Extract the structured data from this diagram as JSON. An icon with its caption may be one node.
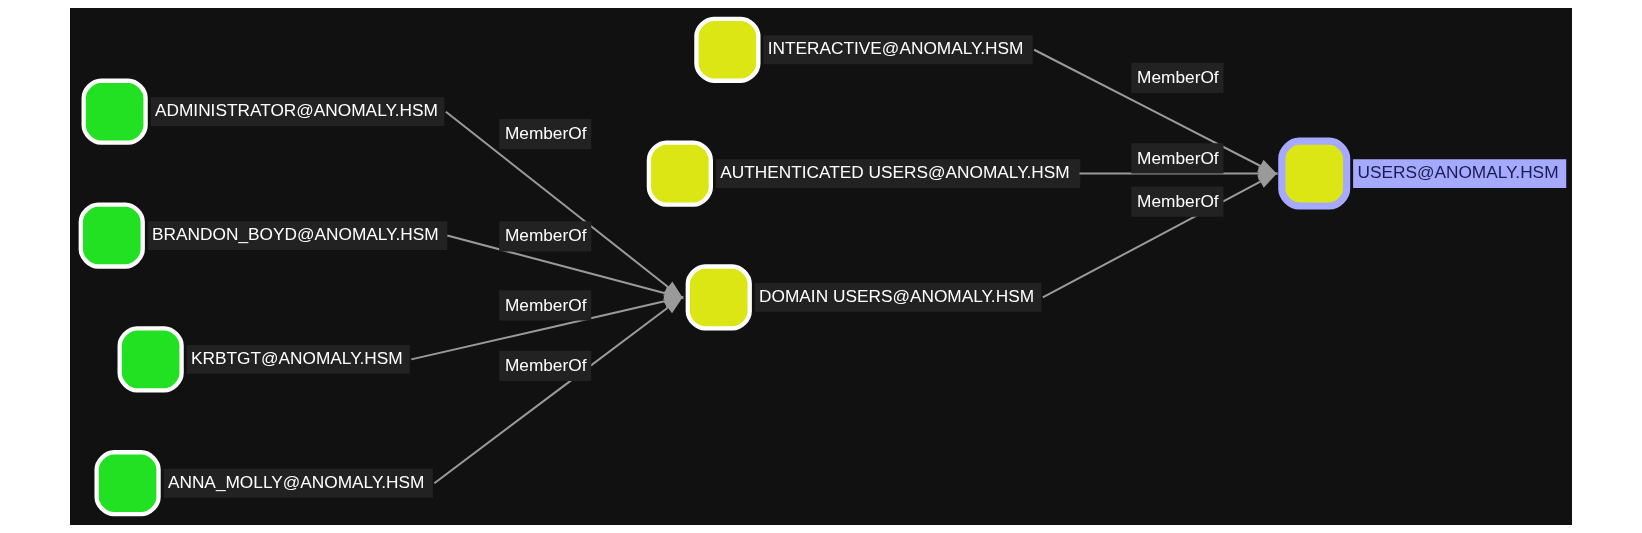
{
  "diagram": {
    "nodes": [
      {
        "text": [
          "ADMINISTRATOR@ANOMALY.HSM"
        ]
      },
      {
        "text": [
          "BRANDON_BOYD@ANOMALY.HSM"
        ]
      },
      {
        "text": [
          "KRBTGT@ANOMALY.HSM"
        ]
      },
      {
        "text": [
          "ANNA_MOLLY@ANOMALY.HSM"
        ]
      },
      {
        "text": [
          "INTERACTIVE@ANOMALY.HSM"
        ]
      },
      {
        "text": [
          "AUTHENTICATED USERS@ANOMALY.HSM"
        ]
      },
      {
        "text": [
          "DOMAIN USERS@ANOMALY.HSM"
        ]
      },
      {
        "text": [
          "USERS@ANOMALY.HSM"
        ]
      }
    ],
    "edges": [
      {
        "from": 0,
        "to": 6,
        "arrow": "to",
        "label": "MemberOf"
      },
      {
        "from": 1,
        "to": 6,
        "arrow": "to",
        "label": "MemberOf"
      },
      {
        "from": 2,
        "to": 6,
        "arrow": "to",
        "label": "MemberOf"
      },
      {
        "from": 3,
        "to": 6,
        "arrow": "to",
        "label": "MemberOf"
      },
      {
        "from": 4,
        "to": 7,
        "arrow": "to",
        "label": "MemberOf"
      },
      {
        "from": 5,
        "to": 7,
        "arrow": "to",
        "label": "MemberOf"
      },
      {
        "from": 6,
        "to": 7,
        "arrow": "to",
        "label": "MemberOf"
      }
    ]
  }
}
